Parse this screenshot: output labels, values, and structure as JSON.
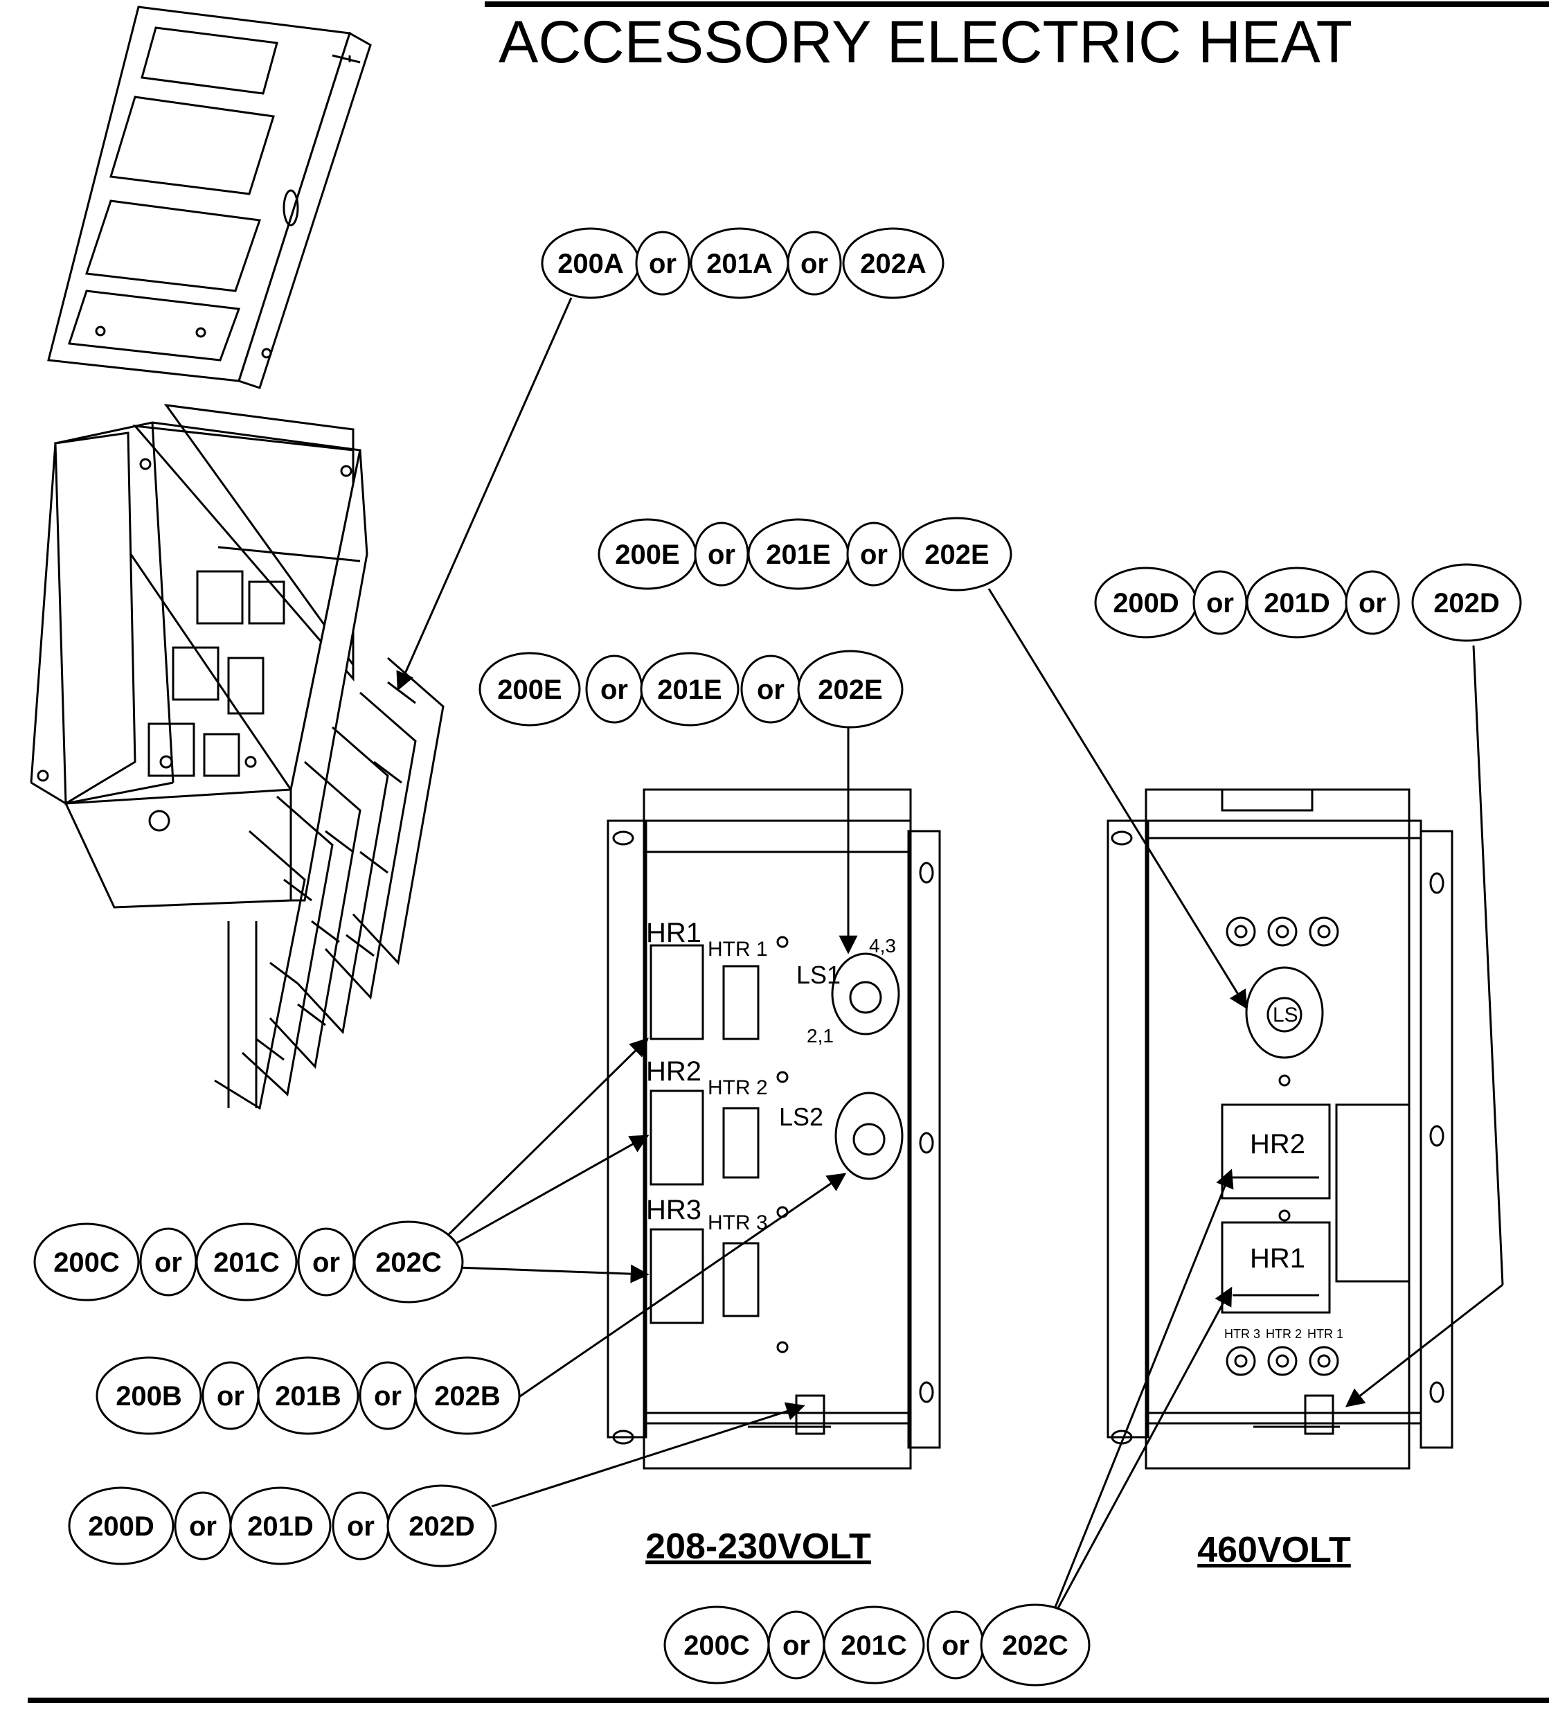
{
  "title": "ACCESSORY ELECTRIC HEAT",
  "sections": {
    "left": "208-230VOLT",
    "right": "460VOLT"
  },
  "callouts": {
    "a": [
      "200A",
      "or",
      "201A",
      "or",
      "202A"
    ],
    "e_top": [
      "200E",
      "or",
      "201E",
      "or",
      "202E"
    ],
    "e_mid": [
      "200E",
      "or",
      "201E",
      "or",
      "202E"
    ],
    "d_right": [
      "200D",
      "or",
      "201D",
      "or",
      "202D"
    ],
    "c_left": [
      "200C",
      "or",
      "201C",
      "or",
      "202C"
    ],
    "b": [
      "200B",
      "or",
      "201B",
      "or",
      "202B"
    ],
    "d_left": [
      "200D",
      "or",
      "201D",
      "or",
      "202D"
    ],
    "c_bottom": [
      "200C",
      "or",
      "201C",
      "or",
      "202C"
    ]
  },
  "left_panel": {
    "hr1": "HR1",
    "htr1": "HTR 1",
    "hr2": "HR2",
    "htr2": "HTR 2",
    "hr3": "HR3",
    "htr3": "HTR 3",
    "ls1": "LS1",
    "ls2": "LS2",
    "term_43": "4,3",
    "term_21": "2,1"
  },
  "right_panel": {
    "ls": "LS",
    "hr2": "HR2",
    "hr1": "HR1",
    "htr3": "HTR 3",
    "htr2": "HTR 2",
    "htr1": "HTR 1"
  }
}
